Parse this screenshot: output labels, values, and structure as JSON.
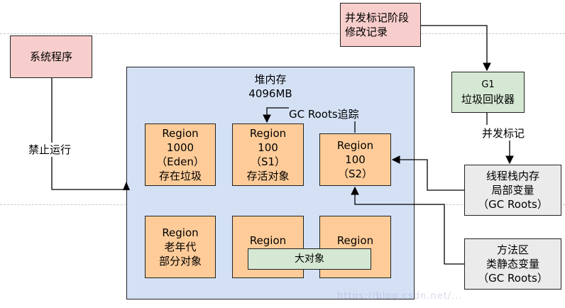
{
  "system_program": "系统程序",
  "forbid_run": "禁止运行",
  "heap": {
    "title": "堆内存",
    "size": "4096MB"
  },
  "gc_roots_trace": "GC Roots追踪",
  "regions": {
    "eden": [
      "Region",
      "1000",
      "（Eden）",
      "存在垃圾"
    ],
    "s1": [
      "Region",
      "100",
      "（S1）",
      "存活对象"
    ],
    "s2": [
      "Region",
      "100",
      "（S2）"
    ],
    "old": [
      "Region",
      "老年代",
      "部分对象"
    ],
    "big_left": "Region",
    "big_right": "Region"
  },
  "big_object": "大对象",
  "concurrent_mark_phase": [
    "并发标记阶段",
    "修改记录"
  ],
  "g1_collector": [
    "G1",
    "垃圾回收器"
  ],
  "concurrent_mark": "并发标记",
  "thread_stack": [
    "线程栈内存",
    "局部变量",
    "（GC Roots）"
  ],
  "method_area": [
    "方法区",
    "类静态变量",
    "（GC Roots）"
  ],
  "watermark": "https://blog.csdn.net/..."
}
